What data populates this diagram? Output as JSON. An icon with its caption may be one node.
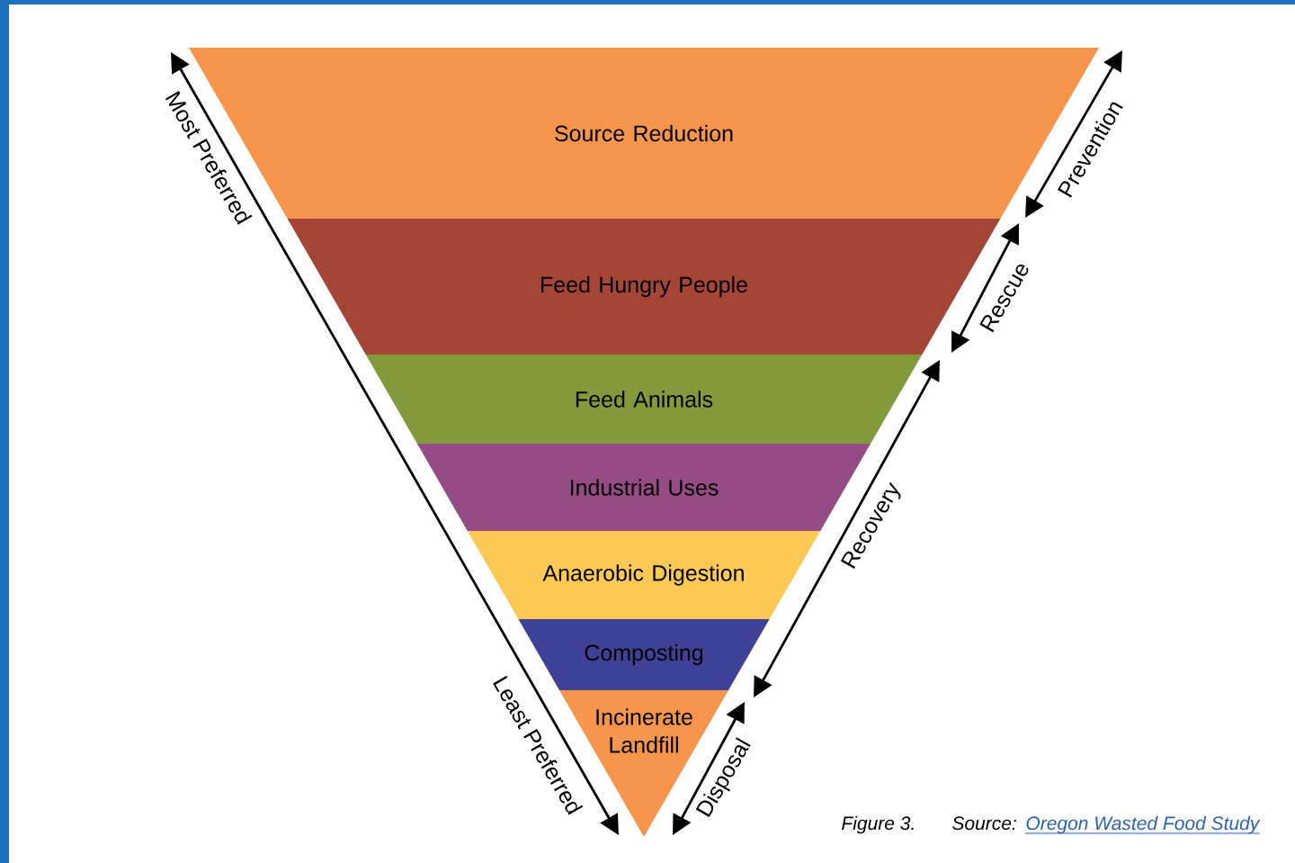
{
  "diagram": {
    "caption": "Figure 3.",
    "nodes": [
      {
        "text": [
          "Source Reduction"
        ]
      },
      {
        "text": [
          "Feed Hungry People"
        ]
      },
      {
        "text": [
          "Feed Animals"
        ]
      },
      {
        "text": [
          "Industrial Uses"
        ]
      },
      {
        "text": [
          "Anaerobic Digestion"
        ]
      },
      {
        "text": [
          "Composting"
        ]
      },
      {
        "text": [
          "Incinerate Landfill"
        ]
      }
    ],
    "edges": [],
    "labels": [
      "Most Preferred",
      "Least Preferred",
      "Prevention",
      "Rescue",
      "Recovery",
      "Disposal",
      "Source:",
      "Oregon Wasted Food Study"
    ]
  }
}
